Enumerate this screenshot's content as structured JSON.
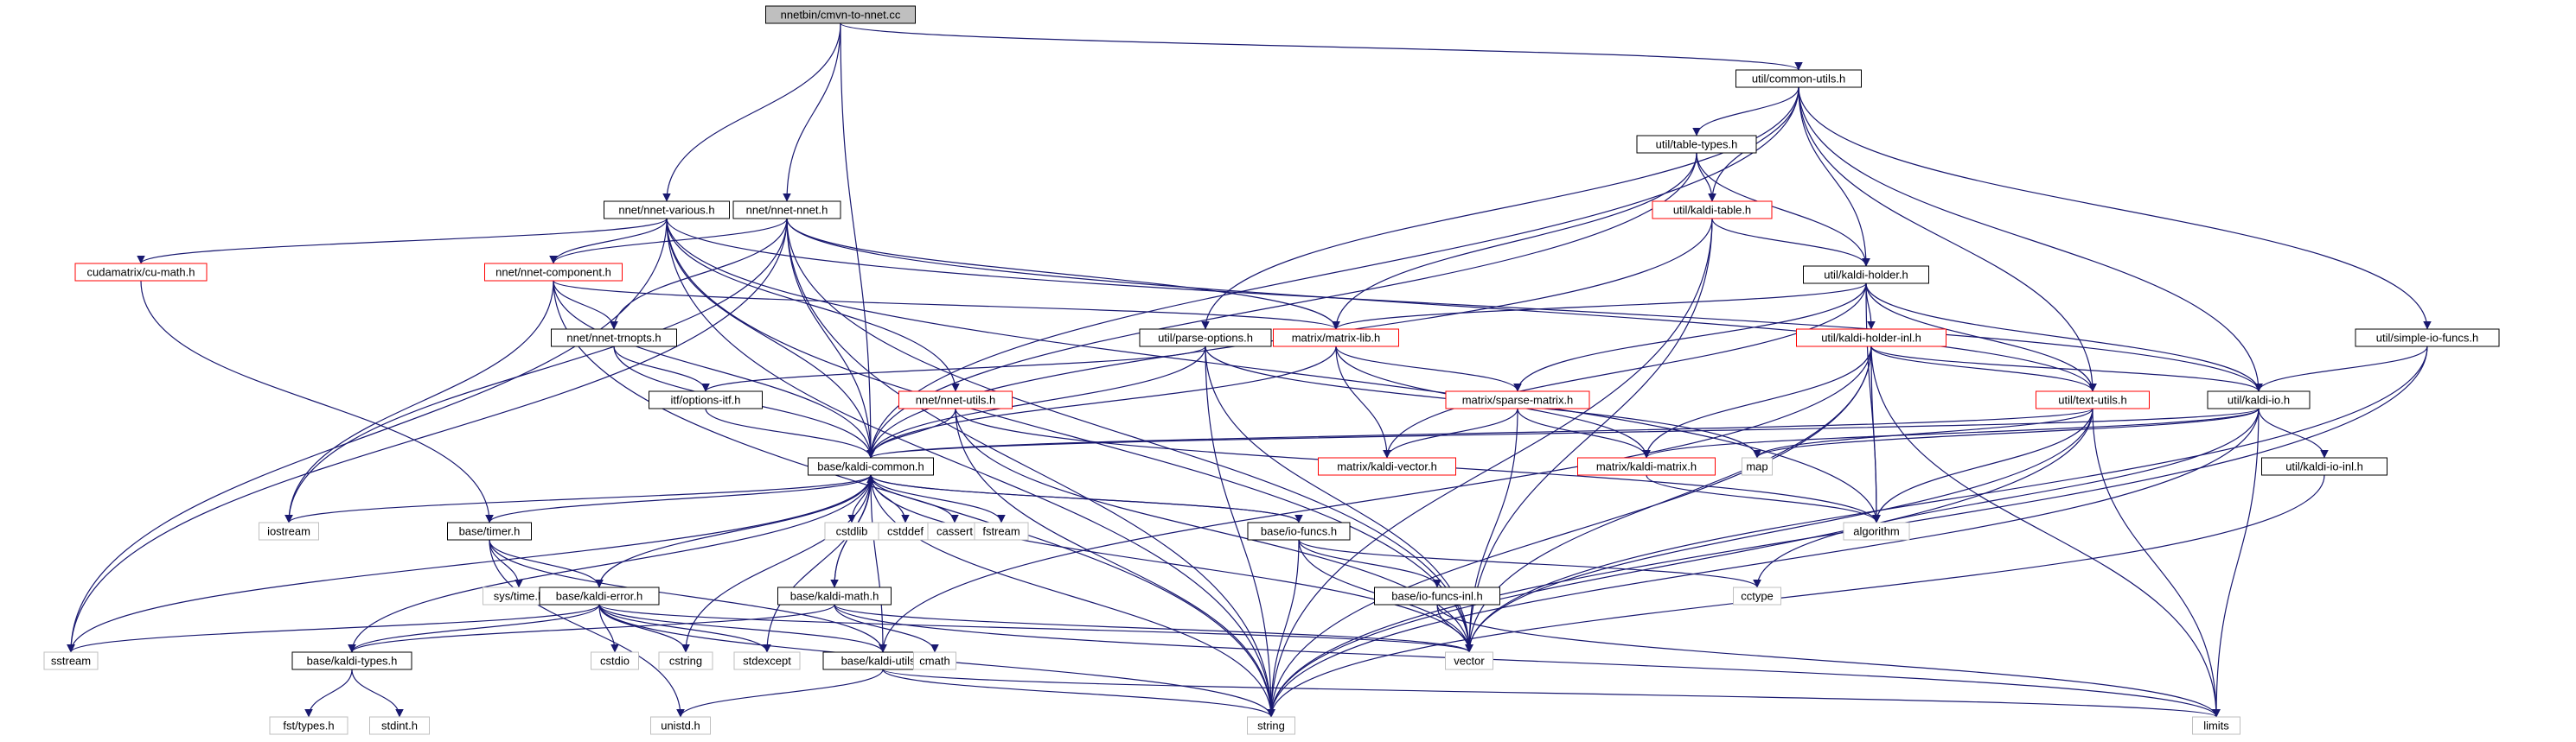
{
  "colors": {
    "edge": "#191970",
    "root_fill": "#bfbfbf",
    "root_stroke": "#000000",
    "doc_stroke": "#000000",
    "missing_doc_stroke": "#ff0000",
    "system_stroke": "#bfbfbf",
    "text": "#000000"
  },
  "graph": {
    "nodes": [
      {
        "id": "root",
        "label": "nnetbin/cmvn-to-nnet.cc",
        "kind": "root"
      },
      {
        "id": "common_utils",
        "label": "util/common-utils.h",
        "kind": "doc"
      },
      {
        "id": "nnet_various",
        "label": "nnet/nnet-various.h",
        "kind": "doc"
      },
      {
        "id": "nnet_nnet",
        "label": "nnet/nnet-nnet.h",
        "kind": "doc"
      },
      {
        "id": "table_types",
        "label": "util/table-types.h",
        "kind": "doc"
      },
      {
        "id": "kaldi_table",
        "label": "util/kaldi-table.h",
        "kind": "partial"
      },
      {
        "id": "cu_math",
        "label": "cudamatrix/cu-math.h",
        "kind": "partial"
      },
      {
        "id": "nnet_component",
        "label": "nnet/nnet-component.h",
        "kind": "partial"
      },
      {
        "id": "kaldi_holder",
        "label": "util/kaldi-holder.h",
        "kind": "doc"
      },
      {
        "id": "nnet_trnopts",
        "label": "nnet/nnet-trnopts.h",
        "kind": "doc"
      },
      {
        "id": "parse_options",
        "label": "util/parse-options.h",
        "kind": "doc"
      },
      {
        "id": "matrix_lib",
        "label": "matrix/matrix-lib.h",
        "kind": "partial"
      },
      {
        "id": "kaldi_holder_inl",
        "label": "util/kaldi-holder-inl.h",
        "kind": "partial"
      },
      {
        "id": "simple_io_funcs",
        "label": "util/simple-io-funcs.h",
        "kind": "doc"
      },
      {
        "id": "options_itf",
        "label": "itf/options-itf.h",
        "kind": "doc"
      },
      {
        "id": "nnet_utils",
        "label": "nnet/nnet-utils.h",
        "kind": "partial"
      },
      {
        "id": "sparse_matrix",
        "label": "matrix/sparse-matrix.h",
        "kind": "partial"
      },
      {
        "id": "text_utils",
        "label": "util/text-utils.h",
        "kind": "partial"
      },
      {
        "id": "kaldi_io",
        "label": "util/kaldi-io.h",
        "kind": "doc"
      },
      {
        "id": "kaldi_common",
        "label": "base/kaldi-common.h",
        "kind": "doc"
      },
      {
        "id": "kaldi_vector",
        "label": "matrix/kaldi-vector.h",
        "kind": "partial"
      },
      {
        "id": "map",
        "label": "map",
        "kind": "system"
      },
      {
        "id": "kaldi_matrix",
        "label": "matrix/kaldi-matrix.h",
        "kind": "partial"
      },
      {
        "id": "kaldi_io_inl",
        "label": "util/kaldi-io-inl.h",
        "kind": "doc"
      },
      {
        "id": "iostream",
        "label": "iostream",
        "kind": "system"
      },
      {
        "id": "timer",
        "label": "base/timer.h",
        "kind": "doc"
      },
      {
        "id": "cstdlib",
        "label": "cstdlib",
        "kind": "system"
      },
      {
        "id": "cstddef",
        "label": "cstddef",
        "kind": "system"
      },
      {
        "id": "cassert",
        "label": "cassert",
        "kind": "system"
      },
      {
        "id": "fstream",
        "label": "fstream",
        "kind": "system"
      },
      {
        "id": "io_funcs",
        "label": "base/io-funcs.h",
        "kind": "doc"
      },
      {
        "id": "algorithm",
        "label": "algorithm",
        "kind": "system"
      },
      {
        "id": "sys_time",
        "label": "sys/time.h",
        "kind": "system"
      },
      {
        "id": "kaldi_math",
        "label": "base/kaldi-math.h",
        "kind": "doc"
      },
      {
        "id": "io_funcs_inl",
        "label": "base/io-funcs-inl.h",
        "kind": "doc"
      },
      {
        "id": "cctype",
        "label": "cctype",
        "kind": "system"
      },
      {
        "id": "kaldi_error",
        "label": "base/kaldi-error.h",
        "kind": "doc"
      },
      {
        "id": "sstream",
        "label": "sstream",
        "kind": "system"
      },
      {
        "id": "kaldi_types",
        "label": "base/kaldi-types.h",
        "kind": "doc"
      },
      {
        "id": "cstdio",
        "label": "cstdio",
        "kind": "system"
      },
      {
        "id": "cstring",
        "label": "cstring",
        "kind": "system"
      },
      {
        "id": "stdexcept",
        "label": "stdexcept",
        "kind": "system"
      },
      {
        "id": "kaldi_utils",
        "label": "base/kaldi-utils.h",
        "kind": "doc"
      },
      {
        "id": "cmath",
        "label": "cmath",
        "kind": "system"
      },
      {
        "id": "vector",
        "label": "vector",
        "kind": "system"
      },
      {
        "id": "fst_types",
        "label": "fst/types.h",
        "kind": "system"
      },
      {
        "id": "stdint",
        "label": "stdint.h",
        "kind": "system"
      },
      {
        "id": "unistd",
        "label": "unistd.h",
        "kind": "system"
      },
      {
        "id": "string",
        "label": "string",
        "kind": "system"
      },
      {
        "id": "limits",
        "label": "limits",
        "kind": "system"
      }
    ],
    "edges": [
      [
        "root",
        "common_utils"
      ],
      [
        "root",
        "nnet_various"
      ],
      [
        "root",
        "nnet_nnet"
      ],
      [
        "root",
        "kaldi_common"
      ],
      [
        "common_utils",
        "table_types"
      ],
      [
        "common_utils",
        "kaldi_table"
      ],
      [
        "common_utils",
        "kaldi_holder"
      ],
      [
        "common_utils",
        "parse_options"
      ],
      [
        "common_utils",
        "simple_io_funcs"
      ],
      [
        "common_utils",
        "kaldi_io"
      ],
      [
        "common_utils",
        "text_utils"
      ],
      [
        "common_utils",
        "kaldi_common"
      ],
      [
        "table_types",
        "kaldi_table"
      ],
      [
        "table_types",
        "kaldi_holder"
      ],
      [
        "table_types",
        "matrix_lib"
      ],
      [
        "table_types",
        "kaldi_common"
      ],
      [
        "kaldi_table",
        "kaldi_holder"
      ],
      [
        "kaldi_table",
        "kaldi_common"
      ],
      [
        "kaldi_table",
        "vector"
      ],
      [
        "kaldi_table",
        "string"
      ],
      [
        "kaldi_holder",
        "kaldi_holder_inl"
      ],
      [
        "kaldi_holder",
        "kaldi_io"
      ],
      [
        "kaldi_holder",
        "text_utils"
      ],
      [
        "kaldi_holder",
        "matrix_lib"
      ],
      [
        "kaldi_holder",
        "sparse_matrix"
      ],
      [
        "kaldi_holder",
        "algorithm"
      ],
      [
        "kaldi_holder",
        "kaldi_vector"
      ],
      [
        "kaldi_holder_inl",
        "kaldi_io"
      ],
      [
        "kaldi_holder_inl",
        "text_utils"
      ],
      [
        "kaldi_holder_inl",
        "kaldi_matrix"
      ],
      [
        "kaldi_holder_inl",
        "vector"
      ],
      [
        "kaldi_holder_inl",
        "algorithm"
      ],
      [
        "kaldi_holder_inl",
        "string"
      ],
      [
        "kaldi_holder_inl",
        "kaldi_utils"
      ],
      [
        "kaldi_holder_inl",
        "limits"
      ],
      [
        "simple_io_funcs",
        "kaldi_io"
      ],
      [
        "simple_io_funcs",
        "vector"
      ],
      [
        "simple_io_funcs",
        "string"
      ],
      [
        "kaldi_io",
        "kaldi_io_inl"
      ],
      [
        "kaldi_io",
        "kaldi_common"
      ],
      [
        "kaldi_io",
        "kaldi_matrix"
      ],
      [
        "kaldi_io",
        "map"
      ],
      [
        "kaldi_io",
        "cctype"
      ],
      [
        "kaldi_io",
        "string"
      ],
      [
        "kaldi_io",
        "limits"
      ],
      [
        "kaldi_io_inl",
        "string"
      ],
      [
        "text_utils",
        "kaldi_common"
      ],
      [
        "text_utils",
        "algorithm"
      ],
      [
        "text_utils",
        "map"
      ],
      [
        "text_utils",
        "vector"
      ],
      [
        "text_utils",
        "string"
      ],
      [
        "text_utils",
        "limits"
      ],
      [
        "parse_options",
        "options_itf"
      ],
      [
        "parse_options",
        "kaldi_common"
      ],
      [
        "parse_options",
        "map"
      ],
      [
        "parse_options",
        "vector"
      ],
      [
        "parse_options",
        "string"
      ],
      [
        "options_itf",
        "kaldi_common"
      ],
      [
        "nnet_various",
        "nnet_component"
      ],
      [
        "nnet_various",
        "nnet_utils"
      ],
      [
        "nnet_various",
        "cu_math"
      ],
      [
        "nnet_various",
        "kaldi_common"
      ],
      [
        "nnet_various",
        "sstream"
      ],
      [
        "nnet_various",
        "string"
      ],
      [
        "nnet_various",
        "vector"
      ],
      [
        "nnet_various",
        "algorithm"
      ],
      [
        "nnet_various",
        "kaldi_io"
      ],
      [
        "nnet_nnet",
        "nnet_component"
      ],
      [
        "nnet_nnet",
        "nnet_trnopts"
      ],
      [
        "nnet_nnet",
        "matrix_lib"
      ],
      [
        "nnet_nnet",
        "kaldi_common"
      ],
      [
        "nnet_nnet",
        "iostream"
      ],
      [
        "nnet_nnet",
        "sstream"
      ],
      [
        "nnet_nnet",
        "vector"
      ],
      [
        "nnet_nnet",
        "string"
      ],
      [
        "nnet_nnet",
        "text_utils"
      ],
      [
        "cu_math",
        "timer"
      ],
      [
        "nnet_component",
        "nnet_trnopts"
      ],
      [
        "nnet_component",
        "matrix_lib"
      ],
      [
        "nnet_component",
        "kaldi_common"
      ],
      [
        "nnet_component",
        "iostream"
      ],
      [
        "nnet_component",
        "string"
      ],
      [
        "nnet_trnopts",
        "options_itf"
      ],
      [
        "nnet_trnopts",
        "kaldi_common"
      ],
      [
        "matrix_lib",
        "kaldi_common"
      ],
      [
        "matrix_lib",
        "kaldi_vector"
      ],
      [
        "matrix_lib",
        "kaldi_matrix"
      ],
      [
        "matrix_lib",
        "sparse_matrix"
      ],
      [
        "sparse_matrix",
        "kaldi_vector"
      ],
      [
        "sparse_matrix",
        "kaldi_matrix"
      ],
      [
        "sparse_matrix",
        "vector"
      ],
      [
        "kaldi_matrix",
        "algorithm"
      ],
      [
        "nnet_utils",
        "kaldi_common"
      ],
      [
        "nnet_utils",
        "string"
      ],
      [
        "nnet_utils",
        "vector"
      ],
      [
        "nnet_utils",
        "algorithm"
      ],
      [
        "kaldi_common",
        "iostream"
      ],
      [
        "kaldi_common",
        "timer"
      ],
      [
        "kaldi_common",
        "cstdlib"
      ],
      [
        "kaldi_common",
        "cstddef"
      ],
      [
        "kaldi_common",
        "cassert"
      ],
      [
        "kaldi_common",
        "fstream"
      ],
      [
        "kaldi_common",
        "io_funcs"
      ],
      [
        "kaldi_common",
        "kaldi_math"
      ],
      [
        "kaldi_common",
        "kaldi_error"
      ],
      [
        "kaldi_common",
        "kaldi_types"
      ],
      [
        "kaldi_common",
        "kaldi_utils"
      ],
      [
        "kaldi_common",
        "sstream"
      ],
      [
        "kaldi_common",
        "cstring"
      ],
      [
        "kaldi_common",
        "stdexcept"
      ],
      [
        "kaldi_common",
        "vector"
      ],
      [
        "kaldi_common",
        "string"
      ],
      [
        "timer",
        "sys_time"
      ],
      [
        "timer",
        "kaldi_error"
      ],
      [
        "timer",
        "kaldi_utils"
      ],
      [
        "timer",
        "unistd"
      ],
      [
        "io_funcs",
        "io_funcs_inl"
      ],
      [
        "io_funcs",
        "kaldi_common"
      ],
      [
        "io_funcs",
        "cctype"
      ],
      [
        "io_funcs",
        "vector"
      ],
      [
        "io_funcs",
        "string"
      ],
      [
        "io_funcs_inl",
        "vector"
      ],
      [
        "io_funcs_inl",
        "limits"
      ],
      [
        "kaldi_math",
        "kaldi_common"
      ],
      [
        "kaldi_math",
        "kaldi_types"
      ],
      [
        "kaldi_math",
        "cmath"
      ],
      [
        "kaldi_math",
        "vector"
      ],
      [
        "kaldi_math",
        "limits"
      ],
      [
        "kaldi_error",
        "kaldi_types"
      ],
      [
        "kaldi_error",
        "kaldi_utils"
      ],
      [
        "kaldi_error",
        "sstream"
      ],
      [
        "kaldi_error",
        "cstdio"
      ],
      [
        "kaldi_error",
        "cstring"
      ],
      [
        "kaldi_error",
        "stdexcept"
      ],
      [
        "kaldi_error",
        "string"
      ],
      [
        "kaldi_error",
        "vector"
      ],
      [
        "kaldi_types",
        "fst_types"
      ],
      [
        "kaldi_types",
        "stdint"
      ],
      [
        "kaldi_utils",
        "unistd"
      ],
      [
        "kaldi_utils",
        "string"
      ],
      [
        "kaldi_utils",
        "limits"
      ]
    ]
  }
}
